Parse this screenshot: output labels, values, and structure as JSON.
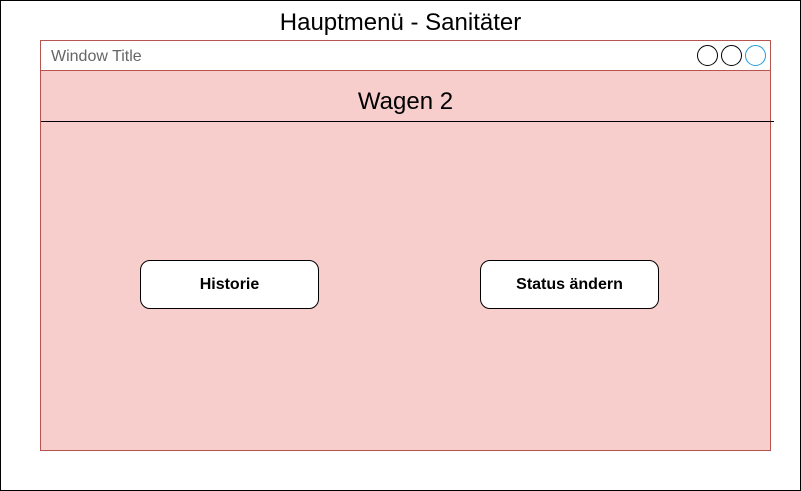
{
  "page": {
    "title": "Hauptmenü - Sanitäter"
  },
  "window": {
    "title": "Window Title",
    "controls": [
      {
        "icon": "circle-icon"
      },
      {
        "icon": "circle-icon"
      },
      {
        "icon": "circle-icon"
      }
    ],
    "accent_color": "#1f9bd9",
    "background_color": "#f8cecc",
    "border_color": "#b85450"
  },
  "header": {
    "title": "Wagen 2"
  },
  "actions": {
    "historie_label": "Historie",
    "status_label": "Status ändern"
  }
}
